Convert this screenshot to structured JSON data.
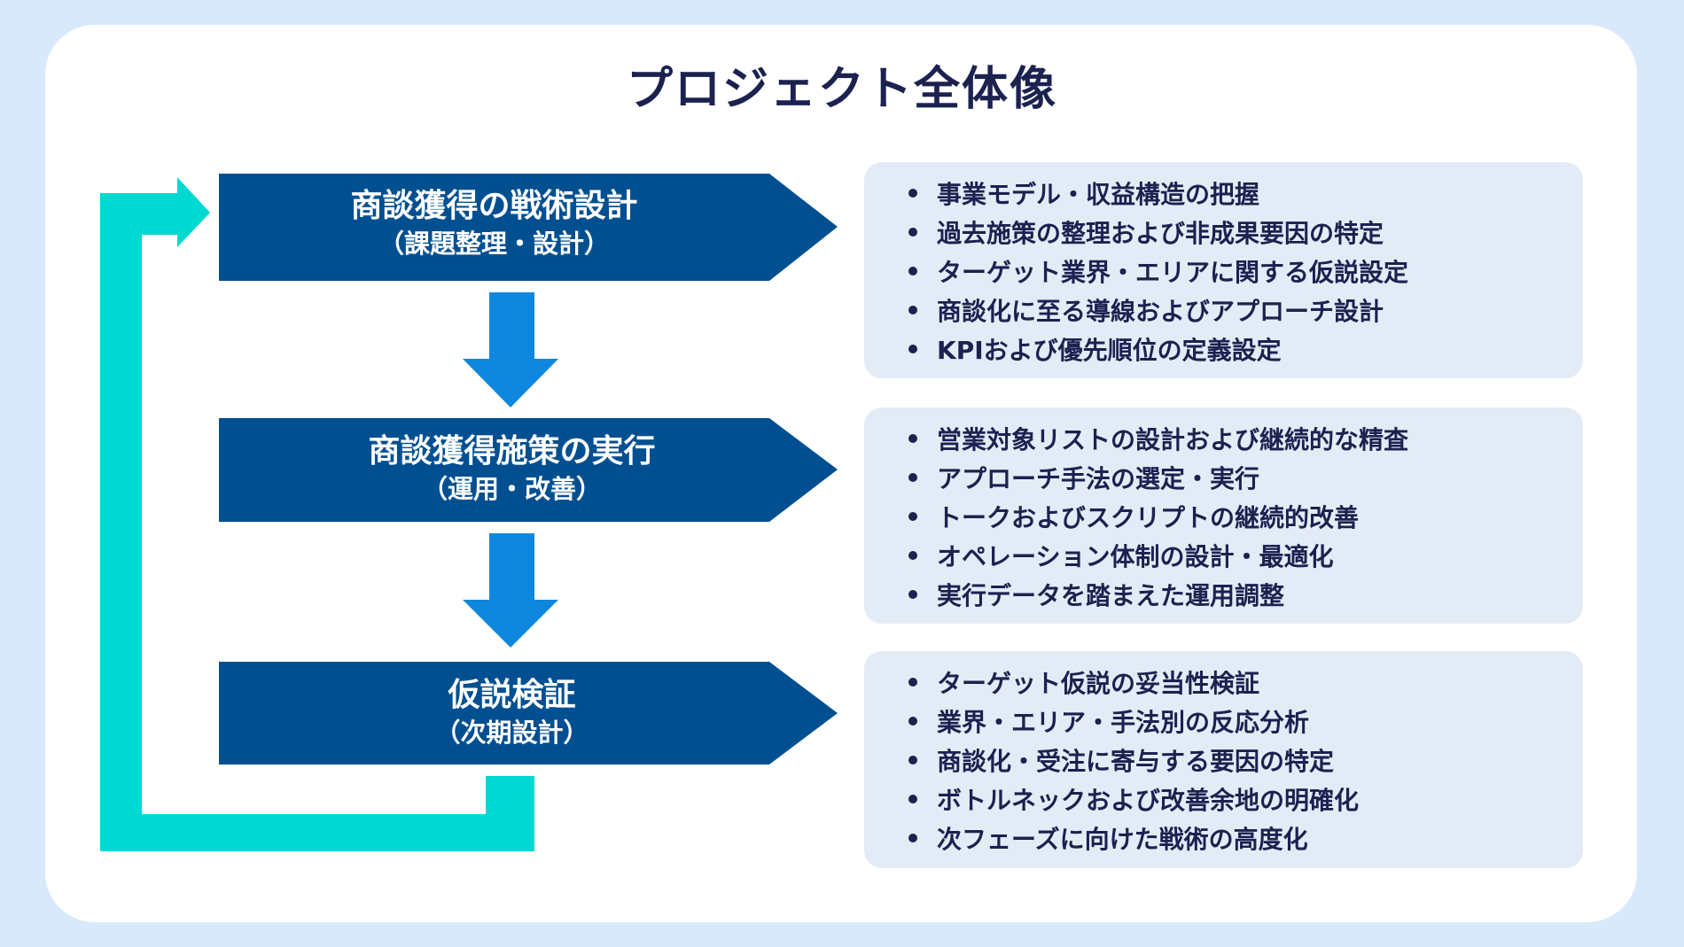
{
  "title": "プロジェクト全体像",
  "colors": {
    "background": "#d9e9fc",
    "card": "#ffffff",
    "step_box": "#004f91",
    "down_arrow": "#0f87de",
    "loop_arrow": "#00d8d2",
    "panel": "#e3ebf6",
    "text_dark": "#1b2250"
  },
  "steps": [
    {
      "title": "商談獲得の戦術設計",
      "subtitle": "（課題整理・設計）",
      "details": [
        "事業モデル・収益構造の把握",
        "過去施策の整理および非成果要因の特定",
        "ターゲット業界・エリアに関する仮説設定",
        "商談化に至る導線およびアプローチ設計",
        "KPIおよび優先順位の定義設定"
      ]
    },
    {
      "title": "商談獲得施策の実行",
      "subtitle": "（運用・改善）",
      "details": [
        "営業対象リストの設計および継続的な精査",
        "アプローチ手法の選定・実行",
        "トークおよびスクリプトの継続的改善",
        "オペレーション体制の設計・最適化",
        "実行データを踏まえた運用調整"
      ]
    },
    {
      "title": "仮説検証",
      "subtitle": "（次期設計）",
      "details": [
        "ターゲット仮説の妥当性検証",
        "業界・エリア・手法別の反応分析",
        "商談化・受注に寄与する要因の特定",
        "ボトルネックおよび改善余地の明確化",
        "次フェーズに向けた戦術の高度化"
      ]
    }
  ]
}
